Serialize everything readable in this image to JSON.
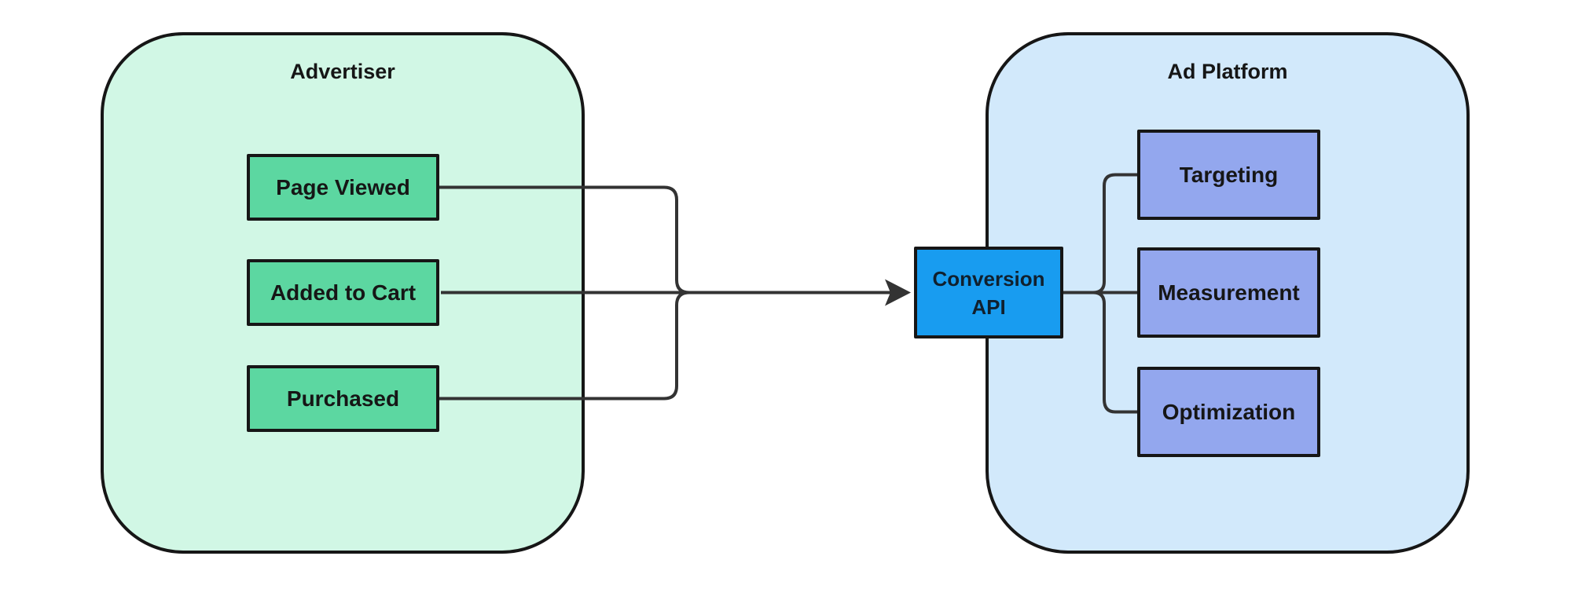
{
  "diagram": {
    "advertiser": {
      "title": "Advertiser",
      "nodes": [
        {
          "label": "Page Viewed"
        },
        {
          "label": "Added to Cart"
        },
        {
          "label": "Purchased"
        }
      ]
    },
    "hub": {
      "label_line1": "Conversion",
      "label_line2": "API"
    },
    "ad_platform": {
      "title": "Ad Platform",
      "nodes": [
        {
          "label": "Targeting"
        },
        {
          "label": "Measurement"
        },
        {
          "label": "Optimization"
        }
      ]
    },
    "edges": [
      {
        "from": "Page Viewed",
        "to": "Conversion API"
      },
      {
        "from": "Added to Cart",
        "to": "Conversion API"
      },
      {
        "from": "Purchased",
        "to": "Conversion API"
      },
      {
        "from": "Conversion API",
        "to": "Targeting"
      },
      {
        "from": "Conversion API",
        "to": "Measurement"
      },
      {
        "from": "Conversion API",
        "to": "Optimization"
      }
    ],
    "colors": {
      "advertiser_container_fill": "#d1f7e5",
      "advertiser_node_fill": "#5cd7a1",
      "ad_platform_container_fill": "#d2e9fb",
      "ad_platform_node_fill": "#93a7ee",
      "conversion_api_fill": "#189cf0",
      "border": "#161616",
      "edge_line": "#333333",
      "page_background": "#ffffff"
    }
  }
}
